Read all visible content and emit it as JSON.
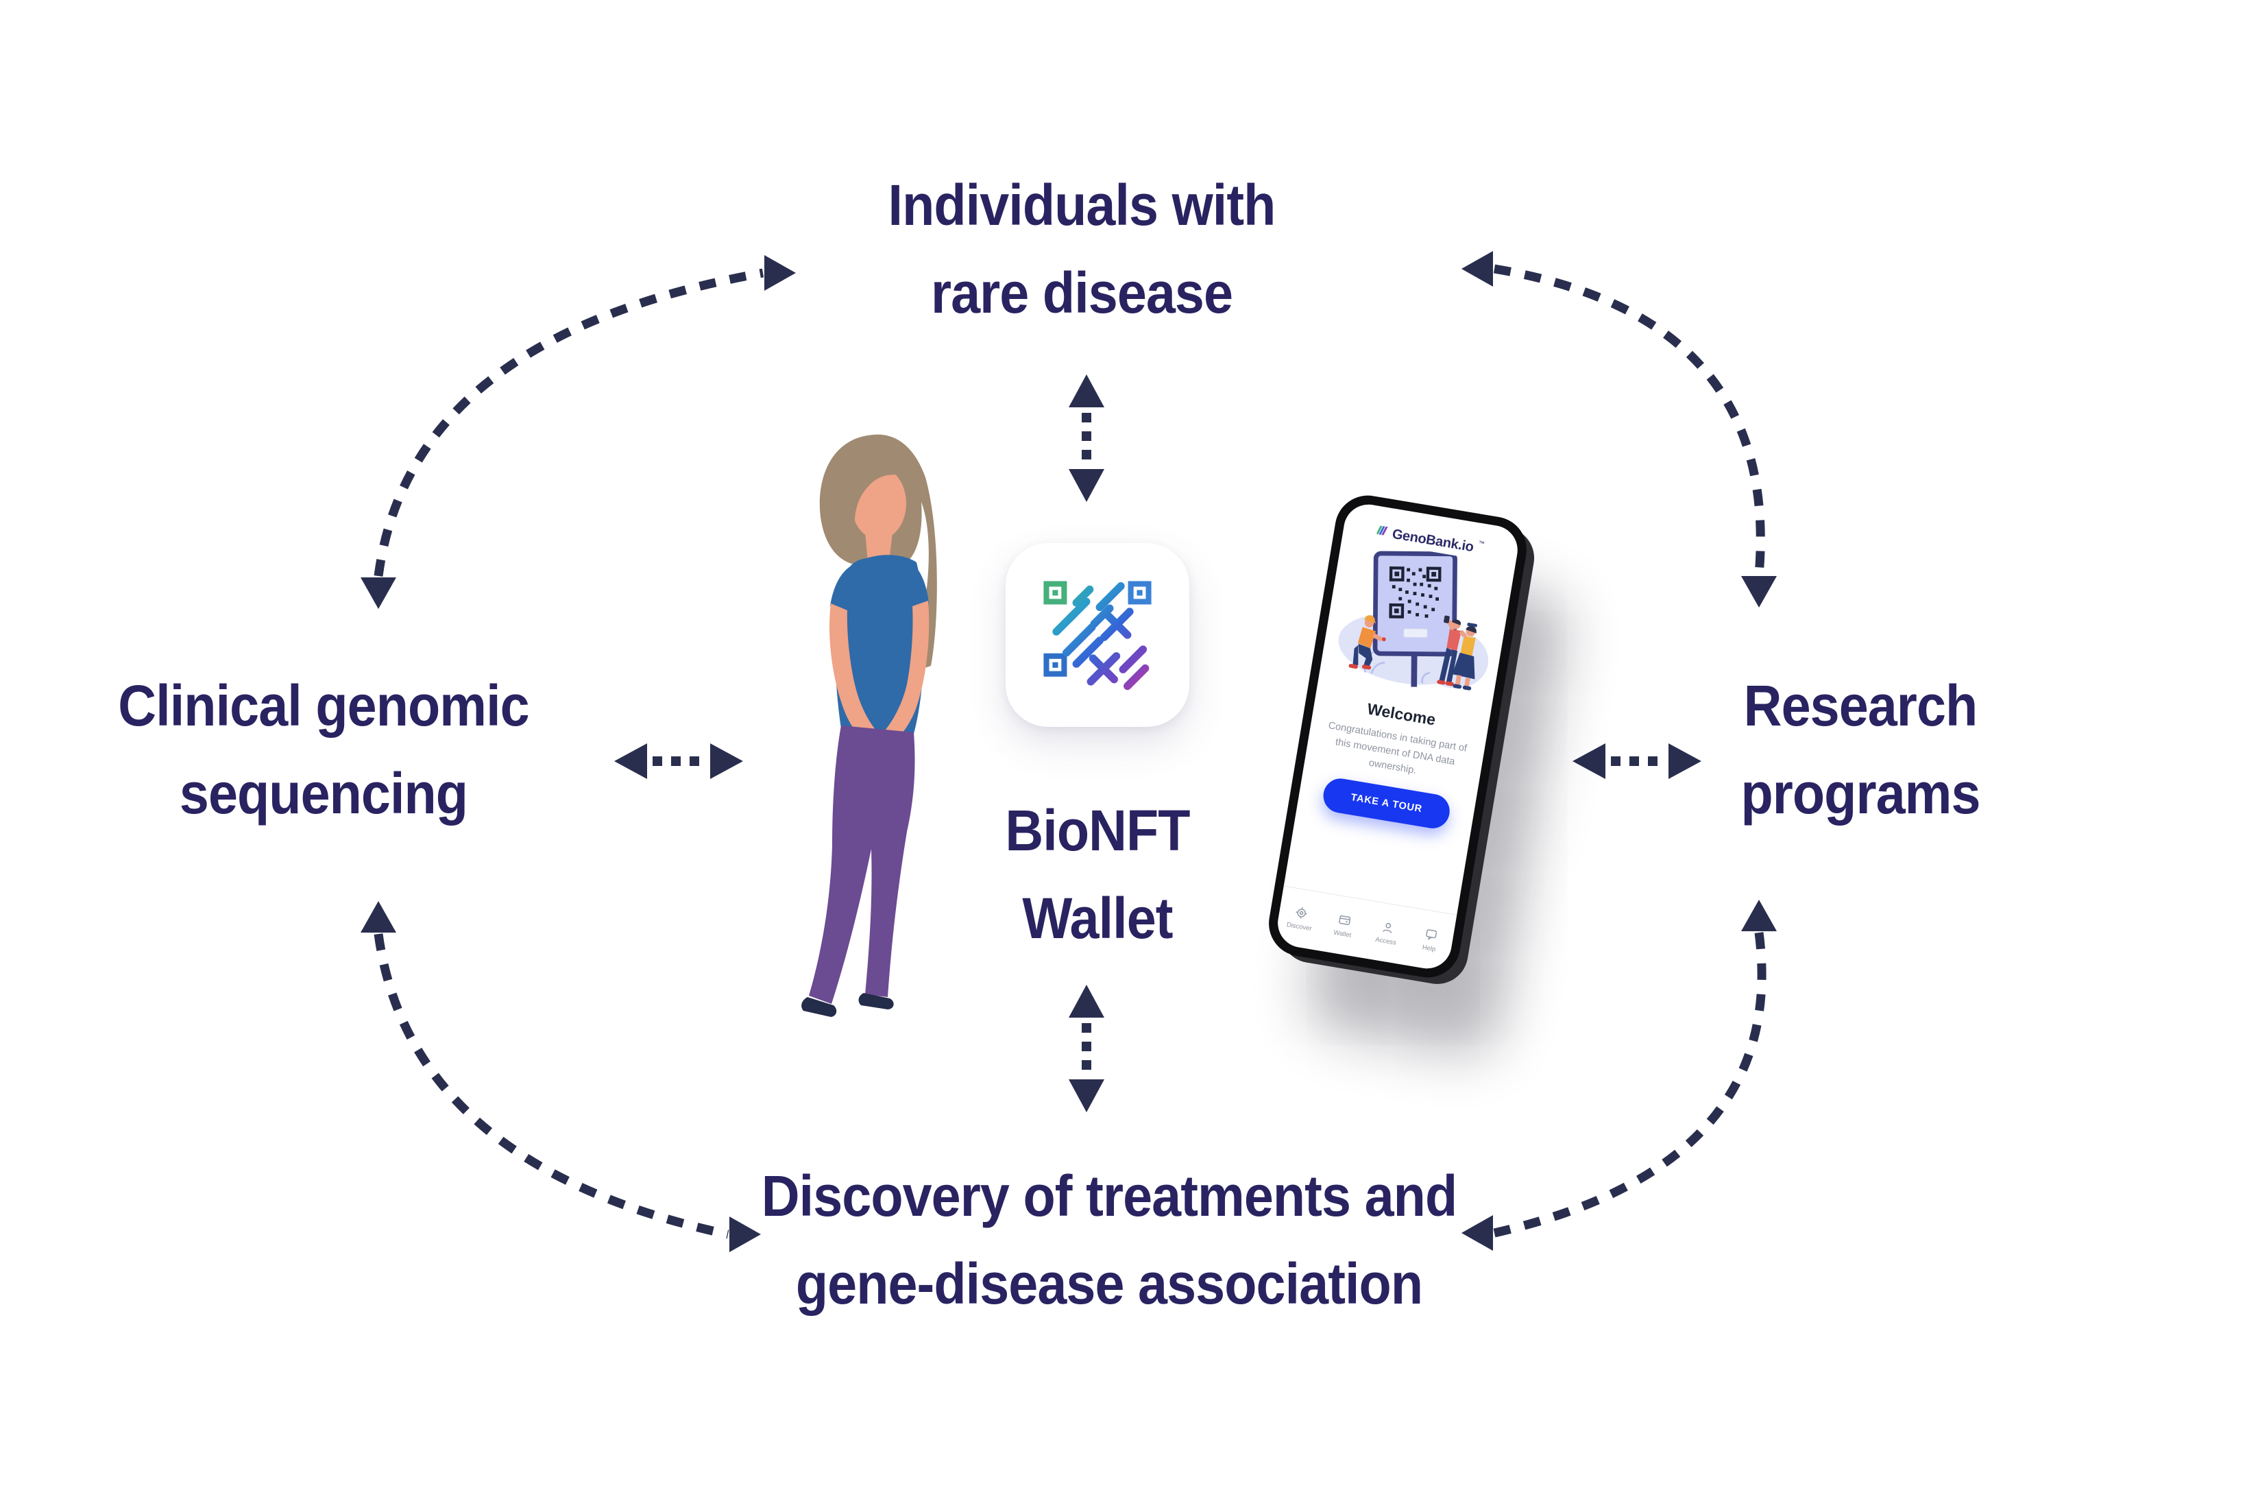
{
  "labels": {
    "top_line1": "Individuals with",
    "top_line2": "rare disease",
    "left_line1": "Clinical genomic",
    "left_line2": "sequencing",
    "right_line1": "Research",
    "right_line2": "programs",
    "bottom_line1": "Discovery of treatments and",
    "bottom_line2": "gene-disease association",
    "wallet_line1": "BioNFT",
    "wallet_line2": "Wallet"
  },
  "phone": {
    "brand": "GenoBank.io",
    "trademark": "™",
    "welcome_title": "Welcome",
    "welcome_body": "Congratulations in taking part of this movement of DNA data ownership.",
    "cta_label": "TAKE A TOUR",
    "nav": [
      {
        "label": "Discover",
        "icon": "gear-icon"
      },
      {
        "label": "Wallet",
        "icon": "wallet-icon"
      },
      {
        "label": "Access",
        "icon": "person-icon"
      },
      {
        "label": "Help",
        "icon": "chat-icon"
      }
    ]
  },
  "colors": {
    "heading_text": "#292361",
    "arrow": "#2a2e4e",
    "cta_blue": "#1837f1",
    "icon_gradient_start": "#45b07c",
    "icon_gradient_mid": "#2f6fc8",
    "icon_gradient_end": "#bf3ba3",
    "shirt_blue": "#2f6ba8",
    "pants_purple": "#6b4b92"
  }
}
